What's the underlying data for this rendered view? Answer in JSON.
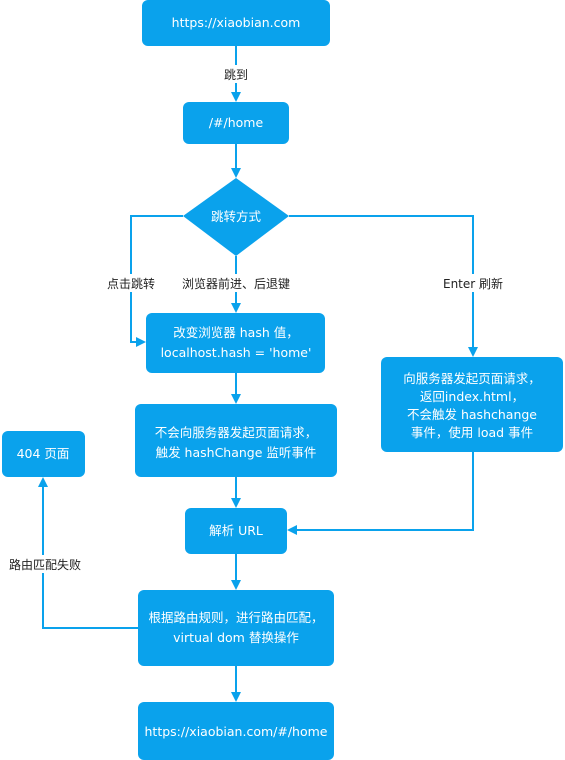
{
  "theme": {
    "node_color": "#0aa2ec",
    "text_color": "#ffffff",
    "line_color": "#0aa2ec",
    "label_color": "#222222"
  },
  "nodes": {
    "start": {
      "lines": [
        "https://xiaobian.com"
      ]
    },
    "home_hash": {
      "lines": [
        "/#/home"
      ]
    },
    "jump_method": {
      "lines": [
        "跳转方式"
      ]
    },
    "change_hash": {
      "lines": [
        "改变浏览器 hash 值，",
        "localhost.hash = 'home'"
      ]
    },
    "no_request": {
      "lines": [
        "不会向服务器发起页面请求，",
        "触发 hashChange 监听事件"
      ]
    },
    "server_request": {
      "lines": [
        "向服务器发起页面请求，",
        "返回index.html，",
        "不会触发 hashchange",
        "事件，使用 load 事件"
      ]
    },
    "page_404": {
      "lines": [
        "404 页面"
      ]
    },
    "parse_url": {
      "lines": [
        "解析 URL"
      ]
    },
    "route_match": {
      "lines": [
        "根据路由规则，进行路由匹配，",
        "virtual dom 替换操作"
      ]
    },
    "end": {
      "lines": [
        "https://xiaobian.com/#/home"
      ]
    }
  },
  "edge_labels": {
    "redirect": "跳到",
    "click_jump": "点击跳转",
    "browser_nav": "浏览器前进、后退键",
    "enter_refresh": "Enter 刷新",
    "route_fail": "路由匹配失败"
  }
}
